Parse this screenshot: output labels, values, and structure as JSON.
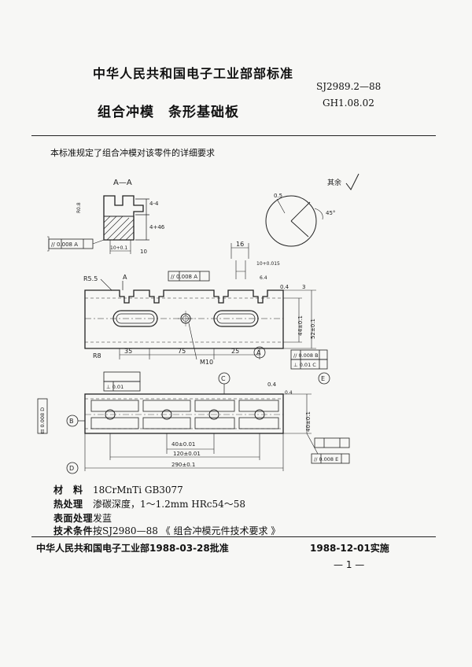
{
  "header": {
    "organization": "中华人民共和国电子工业部部标准",
    "standard_number": "SJ2989.2—88",
    "classification_number": "GH1.08.02",
    "title": "组合冲模　条形基础板"
  },
  "intro": "本标准规定了组合冲模对该零件的详细要求",
  "drawing": {
    "section_label": "A—A",
    "roughness_label": "其余",
    "dims": {
      "d_16": "16",
      "d_10": "10+0.015",
      "d_64": "6.4",
      "r55": "R5.5",
      "r8": "R8",
      "l35": "35",
      "l75": "75",
      "l25": "25",
      "m10": "M10",
      "l40": "40±0.01",
      "l120": "120±0.01",
      "l290": "290±0.1",
      "w52": "52±0.1",
      "w44": "44±0.1",
      "w40": "40±0.1",
      "chamfer": "0.5"
    },
    "tolerance_frames": {
      "parallel_top": "// 0.008 A",
      "parallel_mid": "// 0.008 B",
      "perp_mid": "⊥ 0.01 C",
      "perp_left": "⊥ 0.01",
      "flat_left": "⊟ 0.008 D",
      "parallel_bottom": "// 0.008 E",
      "parallel_section": "// 0.008 A"
    },
    "datums": {
      "a": "A",
      "b": "B",
      "c": "C",
      "d": "D",
      "e": "E"
    }
  },
  "specs": [
    {
      "label": "材　料",
      "value": "18CrMnTi GB3077"
    },
    {
      "label": "热处理",
      "value": "渗碳深度，1～1.2mm HRc54～58"
    },
    {
      "label": "表面处理",
      "value": "发蓝"
    },
    {
      "label": "技术条件",
      "value": "按SJ2980—88 《 组合冲模元件技术要求 》"
    }
  ],
  "footer": {
    "approval": "中华人民共和国电子工业部1988-03-28批准",
    "implementation": "1988-12-01实施",
    "page": "— 1 —"
  }
}
